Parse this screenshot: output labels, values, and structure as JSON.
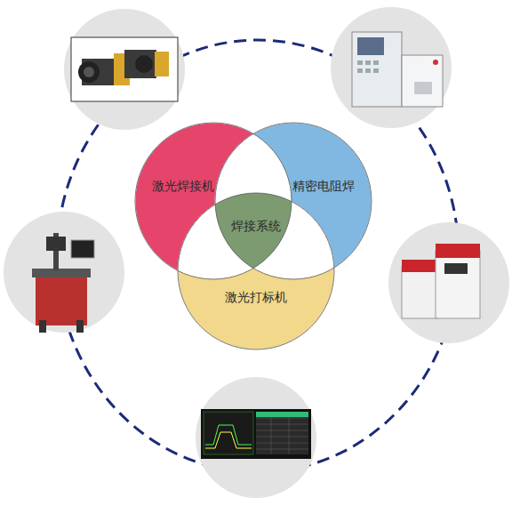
{
  "diagram": {
    "nodes": [
      {
        "text": [
          "激光焊接机"
        ]
      },
      {
        "text": [
          "精密电阻焊"
        ]
      },
      {
        "text": [
          "焊接系统"
        ]
      },
      {
        "text": [
          "激光打标机"
        ]
      }
    ]
  }
}
